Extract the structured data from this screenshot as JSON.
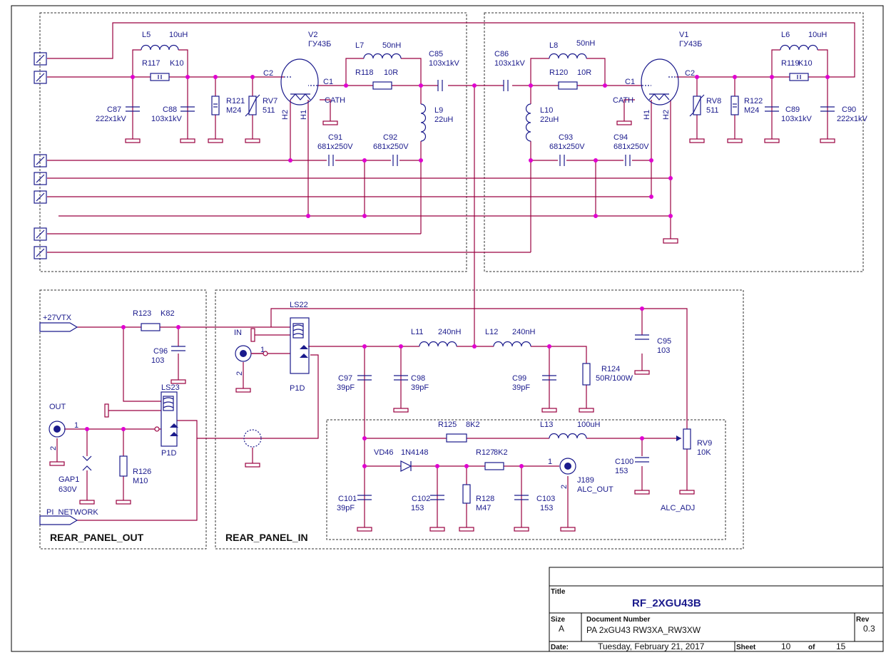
{
  "colors": {
    "wire": "#9a0040",
    "component": "#1a1a8c",
    "junction": "#e000d0",
    "background": "#ffffff"
  },
  "blocks": {
    "rear_panel_out": "REAR_PANEL_OUT",
    "rear_panel_in": "REAR_PANEL_IN",
    "alc_adj": "ALC_ADJ"
  },
  "tubes": {
    "v2": {
      "ref": "V2",
      "type": "ГУ43Б",
      "pins": {
        "c2": "C2",
        "c1": "C1",
        "cath": "CATH",
        "h1": "H1",
        "h2": "H2"
      }
    },
    "v1": {
      "ref": "V1",
      "type": "ГУ43Б",
      "pins": {
        "c2": "C2",
        "c1": "C1",
        "cath": "CATH",
        "h1": "H1",
        "h2": "H2"
      }
    }
  },
  "components": {
    "L5": {
      "ref": "L5",
      "val": "10uH"
    },
    "R117": {
      "ref": "R117",
      "val": "K10"
    },
    "C87": {
      "ref": "C87",
      "val": "222x1kV"
    },
    "C88": {
      "ref": "C88",
      "val": "103x1kV"
    },
    "R121": {
      "ref": "R121",
      "val": "M24"
    },
    "RV7": {
      "ref": "RV7",
      "val": "511"
    },
    "L7": {
      "ref": "L7",
      "val": "50nH"
    },
    "R118": {
      "ref": "R118",
      "val": "10R"
    },
    "C85": {
      "ref": "C85",
      "val": "103x1kV"
    },
    "L9": {
      "ref": "L9",
      "val": "22uH"
    },
    "C91": {
      "ref": "C91",
      "val": "681x250V"
    },
    "C92": {
      "ref": "C92",
      "val": "681x250V"
    },
    "C86": {
      "ref": "C86",
      "val": "103x1kV"
    },
    "L8": {
      "ref": "L8",
      "val": "50nH"
    },
    "R120": {
      "ref": "R120",
      "val": "10R"
    },
    "L10": {
      "ref": "L10",
      "val": "22uH"
    },
    "C93": {
      "ref": "C93",
      "val": "681x250V"
    },
    "C94": {
      "ref": "C94",
      "val": "681x250V"
    },
    "L6": {
      "ref": "L6",
      "val": "10uH"
    },
    "R119": {
      "ref": "R119",
      "val": "K10"
    },
    "RV8": {
      "ref": "RV8",
      "val": "511"
    },
    "R122": {
      "ref": "R122",
      "val": "M24"
    },
    "C89": {
      "ref": "C89",
      "val": "103x1kV"
    },
    "C90": {
      "ref": "C90",
      "val": "222x1kV"
    },
    "R123": {
      "ref": "R123",
      "val": "K82"
    },
    "C96": {
      "ref": "C96",
      "val": "103"
    },
    "LS23": {
      "ref": "LS23",
      "val": "P1D"
    },
    "GAP1": {
      "ref": "GAP1",
      "val": "630V"
    },
    "R126": {
      "ref": "R126",
      "val": "M10"
    },
    "LS22": {
      "ref": "LS22",
      "val": "P1D"
    },
    "L11": {
      "ref": "L11",
      "val": "240nH"
    },
    "L12": {
      "ref": "L12",
      "val": "240nH"
    },
    "C95": {
      "ref": "C95",
      "val": "103"
    },
    "C97": {
      "ref": "C97",
      "val": "39pF"
    },
    "C98": {
      "ref": "C98",
      "val": "39pF"
    },
    "C99": {
      "ref": "C99",
      "val": "39pF"
    },
    "R124": {
      "ref": "R124",
      "val": "50R/100W"
    },
    "R125": {
      "ref": "R125",
      "val": "8K2"
    },
    "L13": {
      "ref": "L13",
      "val": "100uH"
    },
    "RV9": {
      "ref": "RV9",
      "val": "10K"
    },
    "C100": {
      "ref": "C100",
      "val": "153"
    },
    "VD46": {
      "ref": "VD46",
      "val": "1N4148"
    },
    "R127": {
      "ref": "R127",
      "val": "8K2"
    },
    "J189": {
      "ref": "J189",
      "val": "ALC_OUT"
    },
    "C101": {
      "ref": "C101",
      "val": "39pF"
    },
    "C102": {
      "ref": "C102",
      "val": "153"
    },
    "R128": {
      "ref": "R128",
      "val": "M47"
    },
    "C103": {
      "ref": "C103",
      "val": "153"
    }
  },
  "nets": {
    "plus27vtx": "+27VTX",
    "in": "IN",
    "out": "OUT",
    "pi_network": "PI_NETWORK"
  },
  "pins": {
    "one": "1",
    "two": "2"
  },
  "title_block": {
    "title_label": "Title",
    "title": "RF_2XGU43B",
    "size_label": "Size",
    "size": "A",
    "docnum_label": "Document  Number",
    "docnum": "PA 2xGU43 RW3XA_RW3XW",
    "rev_label": "Rev",
    "rev": "0.3",
    "date_label": "Date:",
    "date": "Tuesday, February 21, 2017",
    "sheet_label": "Sheet",
    "sheet": "10",
    "of_label": "of",
    "total": "15"
  }
}
